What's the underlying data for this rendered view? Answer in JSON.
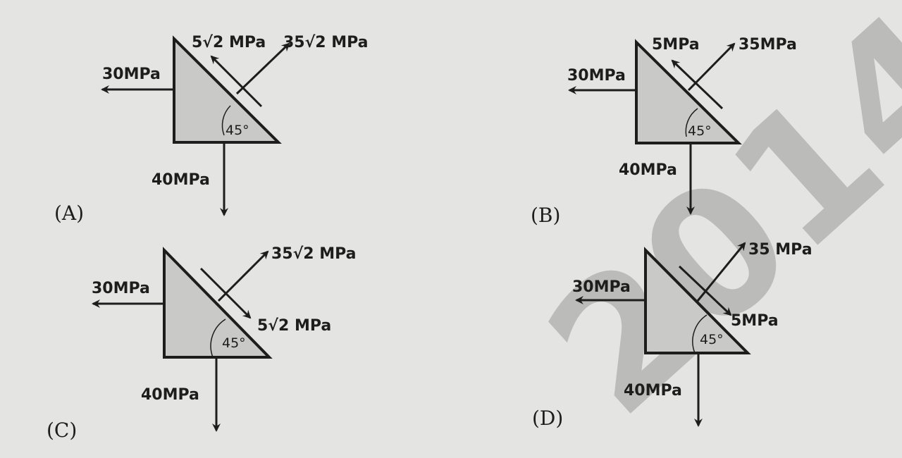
{
  "watermark": "2014",
  "colors": {
    "background": "#e4e4e2",
    "ink": "#1d1d1d",
    "fill": "#c9c9c7",
    "watermark": "#9a9a98"
  },
  "options": [
    {
      "label": "(A)",
      "horizontal": "30MPa",
      "vertical": "40MPa",
      "shear": "5√2 MPa",
      "normal": "35√2 MPa",
      "angle": "45°"
    },
    {
      "label": "(B)",
      "horizontal": "30MPa",
      "vertical": "40MPa",
      "shear": "5MPa",
      "normal": "35MPa",
      "angle": "45°"
    },
    {
      "label": "(C)",
      "horizontal": "30MPa",
      "vertical": "40MPa",
      "shear": "5√2 MPa",
      "normal": "35√2 MPa",
      "angle": "45°"
    },
    {
      "label": "(D)",
      "horizontal": "30MPa",
      "vertical": "40MPa",
      "shear": "5MPa",
      "normal": "35 MPa",
      "angle": "45°"
    }
  ]
}
